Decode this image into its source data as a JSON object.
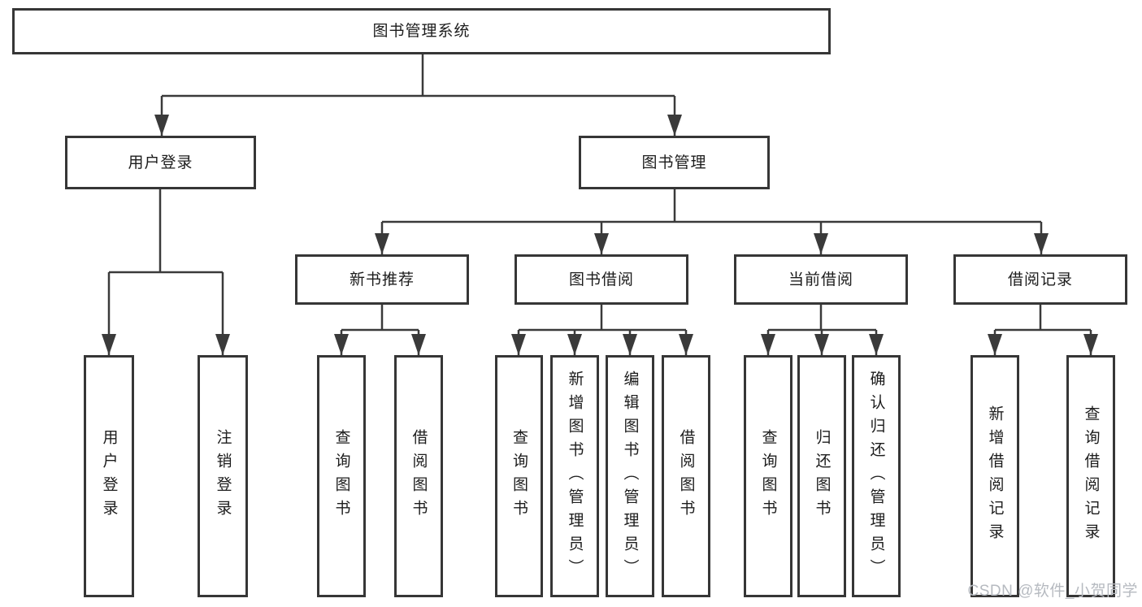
{
  "tree": {
    "root": {
      "label": "图书管理系统"
    },
    "branches": [
      {
        "label": "用户登录",
        "children": [
          {
            "label": "用户登录"
          },
          {
            "label": "注销登录"
          }
        ]
      },
      {
        "label": "图书管理",
        "children": [
          {
            "label": "新书推荐",
            "children": [
              {
                "label": "查询图书"
              },
              {
                "label": "借阅图书"
              }
            ]
          },
          {
            "label": "图书借阅",
            "children": [
              {
                "label": "查询图书"
              },
              {
                "label": "新增图书（管理员）"
              },
              {
                "label": "编辑图书（管理员）"
              },
              {
                "label": "借阅图书"
              }
            ]
          },
          {
            "label": "当前借阅",
            "children": [
              {
                "label": "查询图书"
              },
              {
                "label": "归还图书"
              },
              {
                "label": "确认归还（管理员）"
              }
            ]
          },
          {
            "label": "借阅记录",
            "children": [
              {
                "label": "新增借阅记录"
              },
              {
                "label": "查询借阅记录"
              }
            ]
          }
        ]
      }
    ]
  },
  "watermark": {
    "text": "CSDN @软件_小贺同学"
  },
  "colors": {
    "line": "#3a3a3a",
    "box_border": "#363636",
    "background": "#ffffff",
    "text": "#1c1c1c",
    "watermark": "#b6bac0"
  }
}
